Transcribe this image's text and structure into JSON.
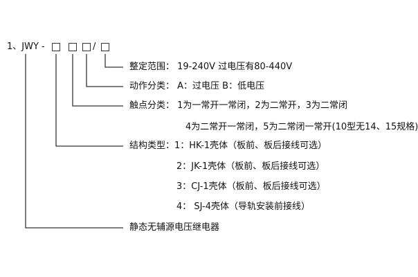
{
  "model": {
    "prefix": "1、JWY -",
    "slash": "/"
  },
  "descriptions": {
    "range": "整定范围： 19-240V 过电压有80-440V",
    "action": "动作分类： A：过电压     B：低电压",
    "contact_1": "触点分类：  1为一常开一常闭，2为二常开，3为二常闭",
    "contact_2": "4为二常开一常闭，5为二常闭一常开(10型无14、15规格)",
    "structure_1": "结构类型：1：HK-1壳体（板前、板后接线可选）",
    "structure_2": "2：JK-1壳体（板前、板后接线可选）",
    "structure_3": "3：CJ-1壳体（板前、板后接线可选）",
    "structure_4": "4：  SJ-4壳体（导轨安装前接线）",
    "name": "静态无辅源电压继电器"
  },
  "colors": {
    "line": "#333333",
    "text": "#111111",
    "background": "#ffffff"
  }
}
